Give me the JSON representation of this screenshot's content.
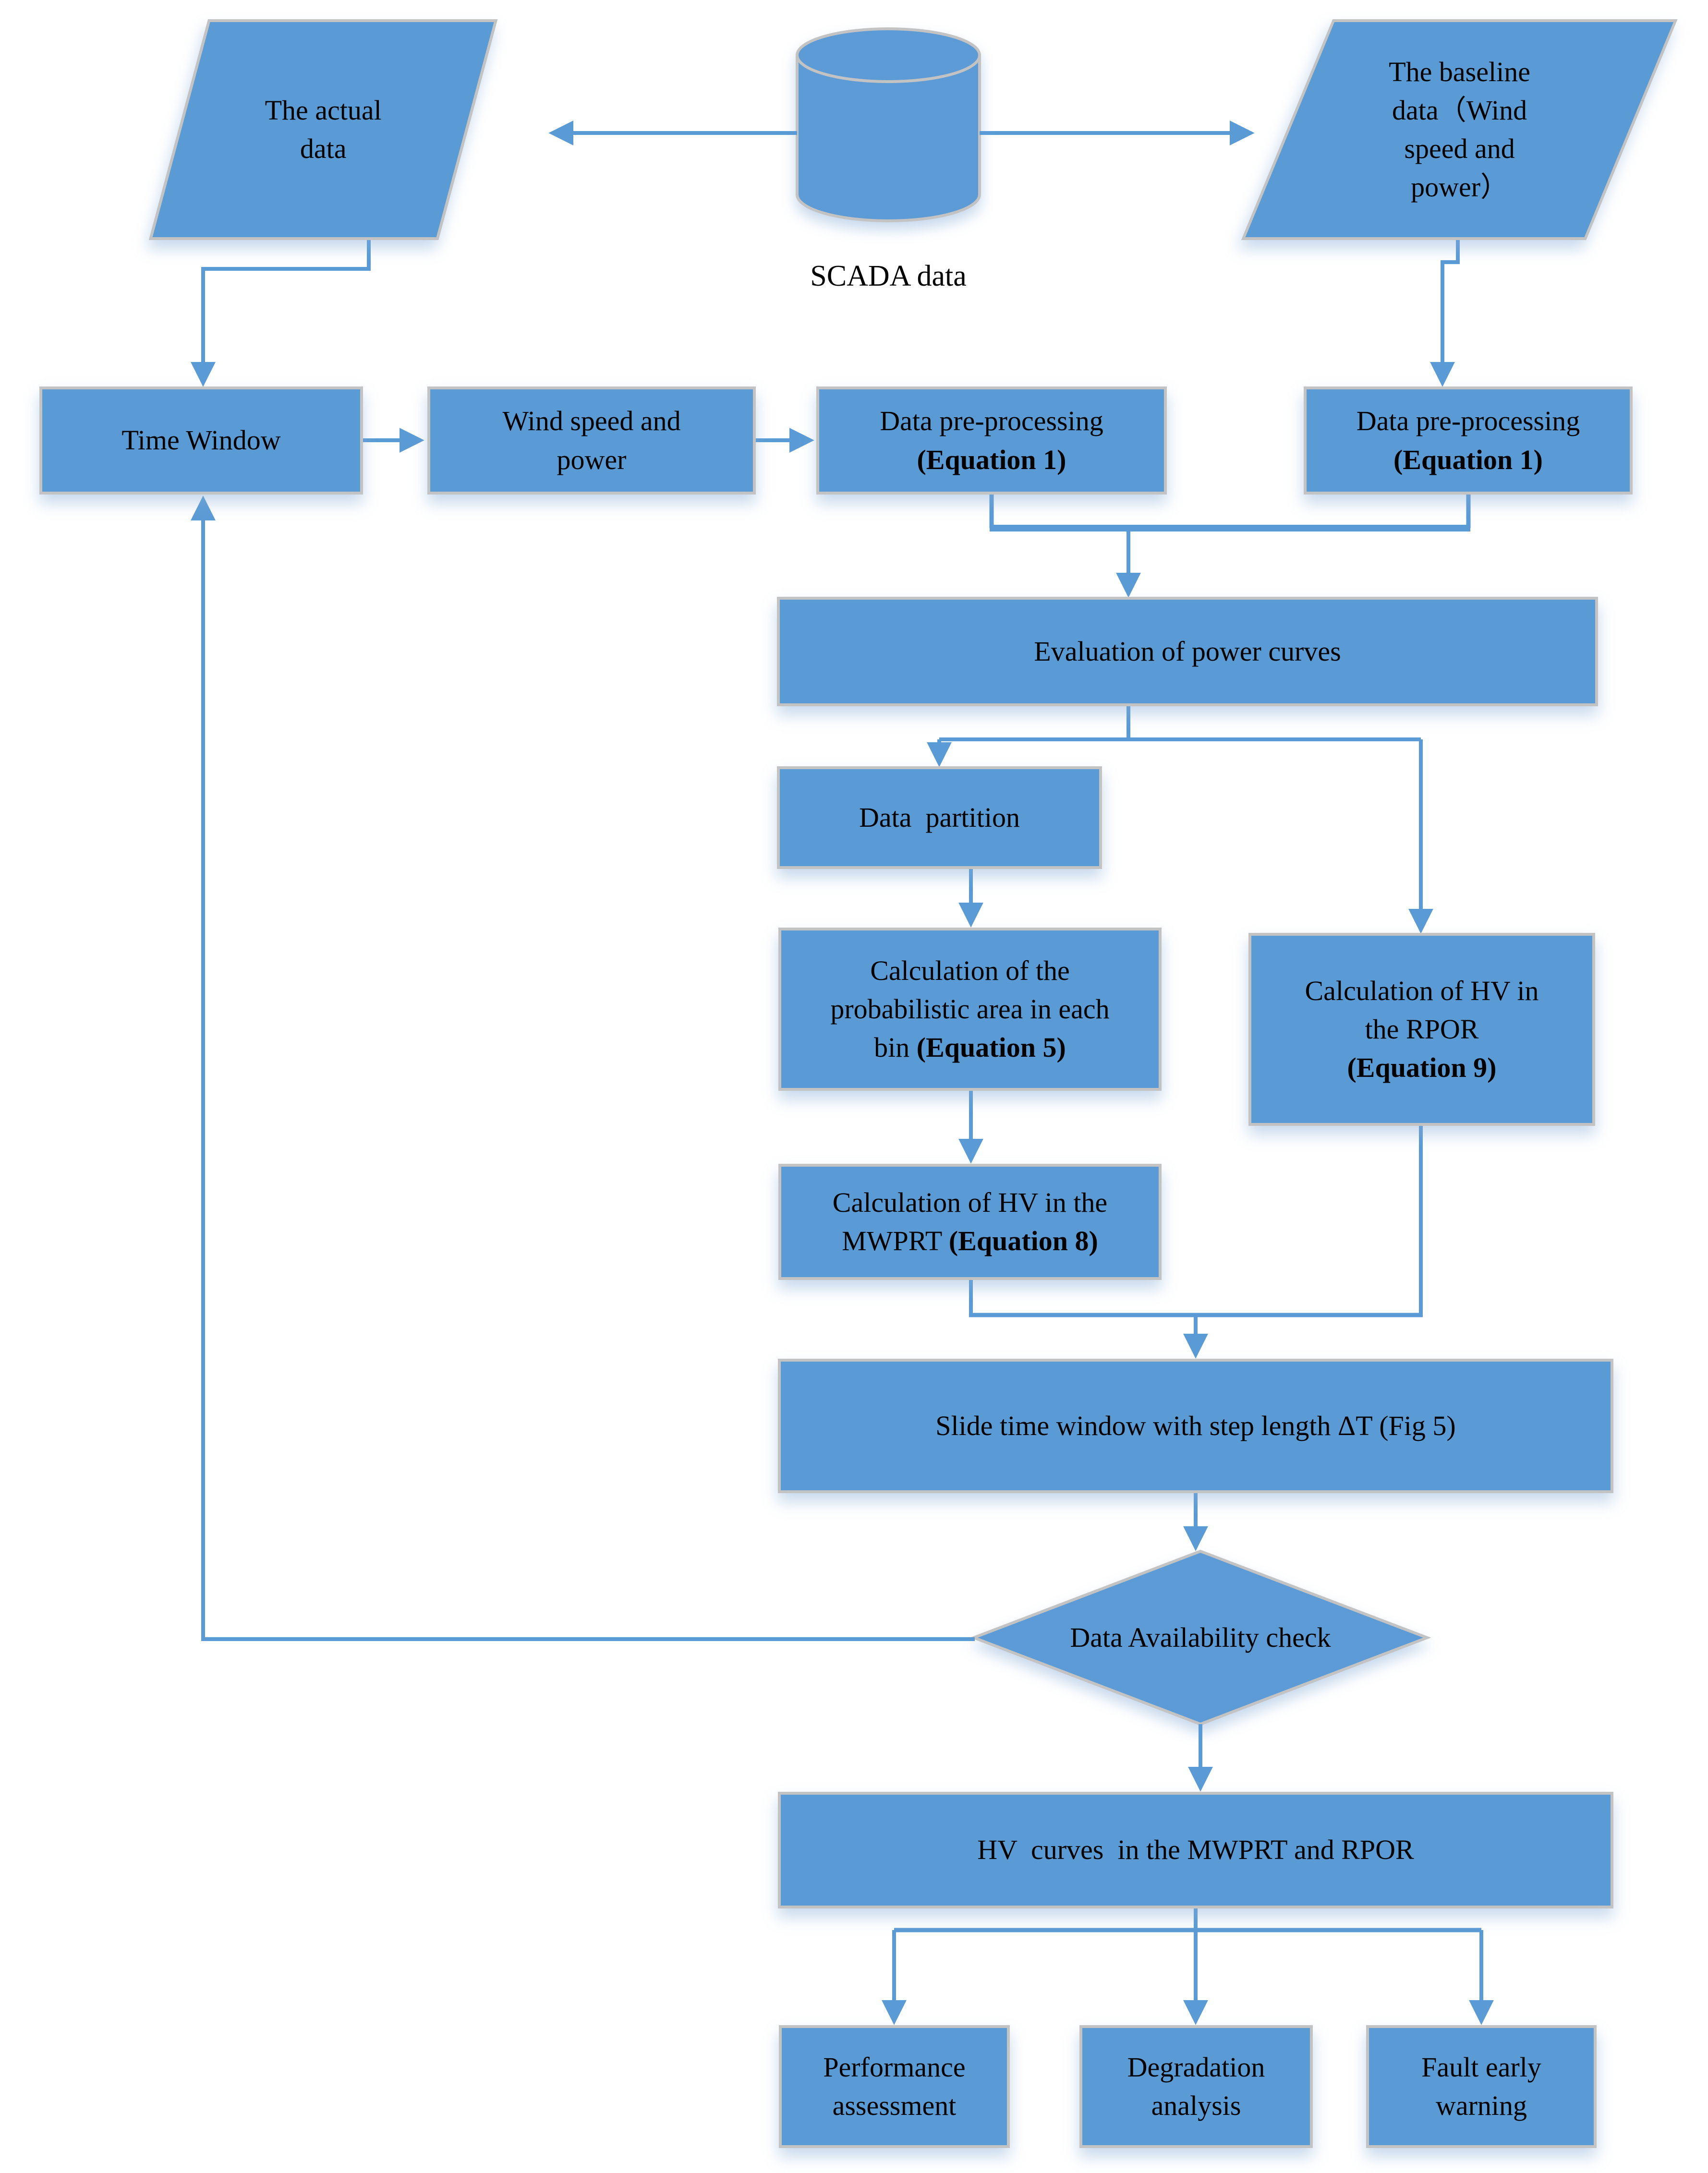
{
  "colors": {
    "shape_fill": "#5b9bd5",
    "shape_border": "#c3c3c3",
    "arrow": "#5b9bd5",
    "text": "#000000",
    "background": "#ffffff"
  },
  "nodes": {
    "scada": {
      "label": "SCADA data"
    },
    "actual": {
      "label": "The actual\ndata"
    },
    "baseline": {
      "label": "The baseline\ndata（Wind\nspeed and\npower）"
    },
    "time_window": {
      "label": "Time Window"
    },
    "wind_speed": {
      "label": "Wind speed and\npower"
    },
    "preproc_actual": {
      "label": "Data pre-processing\n",
      "bold": "(Equation 1)"
    },
    "preproc_baseline": {
      "label": "Data pre-processing\n",
      "bold": "(Equation 1)"
    },
    "evaluation": {
      "label": "Evaluation of power curves"
    },
    "partition": {
      "label": "Data  partition"
    },
    "calc_bin": {
      "label": "Calculation of the\nprobabilistic area in each\nbin ",
      "bold": "(Equation 5)"
    },
    "calc_rpor": {
      "label": "Calculation of HV in\nthe RPOR\n",
      "bold": "(Equation 9)"
    },
    "calc_mwprt": {
      "label": "Calculation of HV in the\nMWPRT ",
      "bold": "(Equation 8)"
    },
    "slide": {
      "label": "Slide time window with step length ΔT (Fig 5)"
    },
    "check": {
      "label": "Data Availability check"
    },
    "hv_curves": {
      "label": "HV  curves  in the MWPRT and RPOR"
    },
    "performance": {
      "label": "Performance\nassessment"
    },
    "degradation": {
      "label": "Degradation\nanalysis"
    },
    "fault": {
      "label": "Fault early\nwarning"
    }
  }
}
